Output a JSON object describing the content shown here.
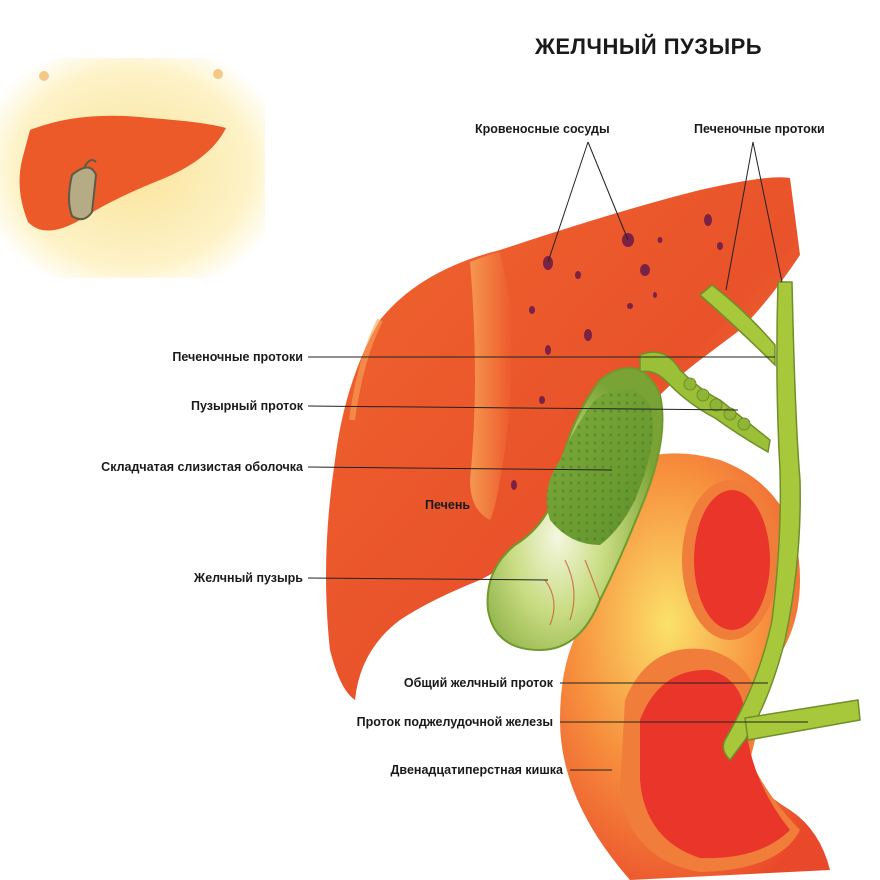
{
  "title": "ЖЕЛЧНЫЙ ПУЗЫРЬ",
  "labels": {
    "blood_vessels": "Кровеносные сосуды",
    "hepatic_ducts_top": "Печеночные протоки",
    "hepatic_ducts_left": "Печеночные протоки",
    "cystic_duct": "Пузырный проток",
    "mucosa": "Складчатая слизистая оболочка",
    "liver": "Печень",
    "gallbladder": "Желчный пузырь",
    "common_bile_duct": "Общий желчный проток",
    "pancreatic_duct": "Проток поджелудочной железы",
    "duodenum": "Двенадцатиперстная кишка"
  },
  "colors": {
    "liver": "#e8552a",
    "liver_light": "#f79a4a",
    "gallbladder": "#8fb840",
    "duct": "#a8c83c",
    "duodenum": "#e84a2a",
    "inset_bg": "#fbe9a8"
  }
}
